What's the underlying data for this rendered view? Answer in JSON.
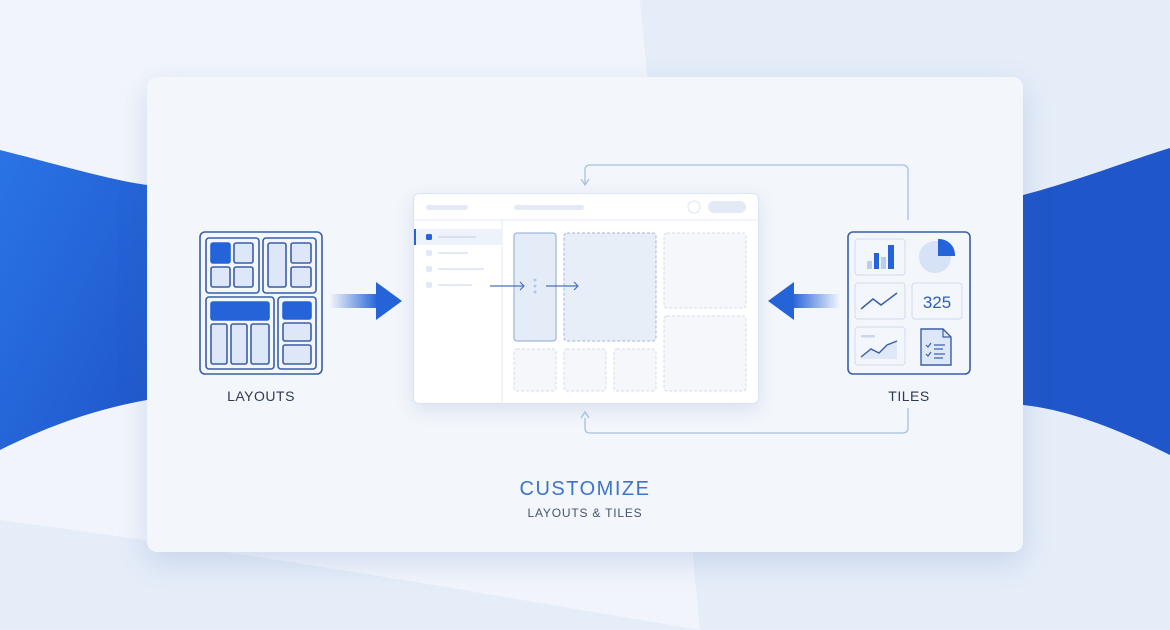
{
  "left_panel": {
    "label": "LAYOUTS",
    "icon": "layout-grid-icon"
  },
  "right_panel": {
    "label": "TILES",
    "icon": "tiles-icon",
    "kpi_value": "325"
  },
  "footer": {
    "title": "CUSTOMIZE",
    "subtitle": "LAYOUTS & TILES"
  },
  "colors": {
    "accent": "#2563d9",
    "title": "#3d73c9",
    "light_fill": "#dde7f7",
    "stroke": "#3a5fa8"
  }
}
